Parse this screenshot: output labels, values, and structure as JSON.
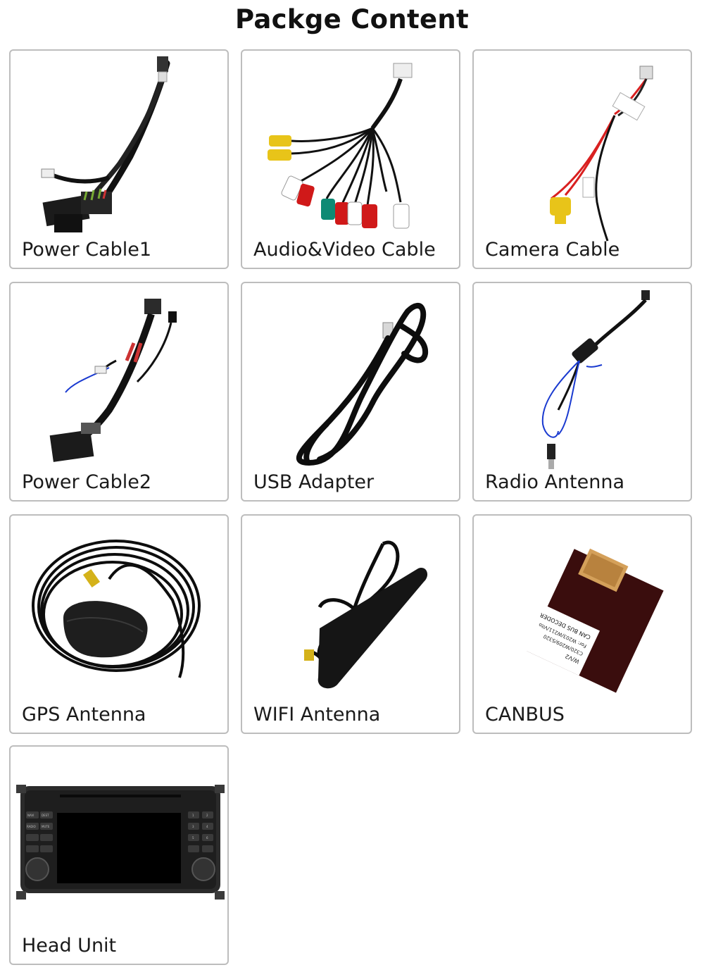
{
  "title": "Packge Content",
  "items": [
    {
      "label": "Power Cable1",
      "icon": "power-cable-harness-icon"
    },
    {
      "label": "Audio&Video Cable",
      "icon": "rca-av-cable-icon"
    },
    {
      "label": "Camera Cable",
      "icon": "camera-cable-icon"
    },
    {
      "label": "Power Cable2",
      "icon": "power-cable-harness-icon"
    },
    {
      "label": "USB Adapter",
      "icon": "usb-cable-icon"
    },
    {
      "label": "Radio Antenna",
      "icon": "radio-antenna-adapter-icon"
    },
    {
      "label": "GPS Antenna",
      "icon": "gps-antenna-icon"
    },
    {
      "label": "WIFI Antenna",
      "icon": "wifi-antenna-icon"
    },
    {
      "label": "CANBUS",
      "icon": "canbus-decoder-icon"
    },
    {
      "label": "Head Unit",
      "icon": "car-stereo-head-unit-icon"
    }
  ],
  "canbus_sticker": {
    "line1": "CAN BUS DECODER",
    "line2": "For: W203/W211/Vito",
    "line3": "C320/W209/S320",
    "line4": "W/V2"
  },
  "head_unit_buttons": {
    "left": [
      "NAVI",
      "DEST",
      "RADIO",
      "MUTE"
    ],
    "right": [
      "1",
      "2",
      "3",
      "4",
      "5",
      "6"
    ]
  }
}
